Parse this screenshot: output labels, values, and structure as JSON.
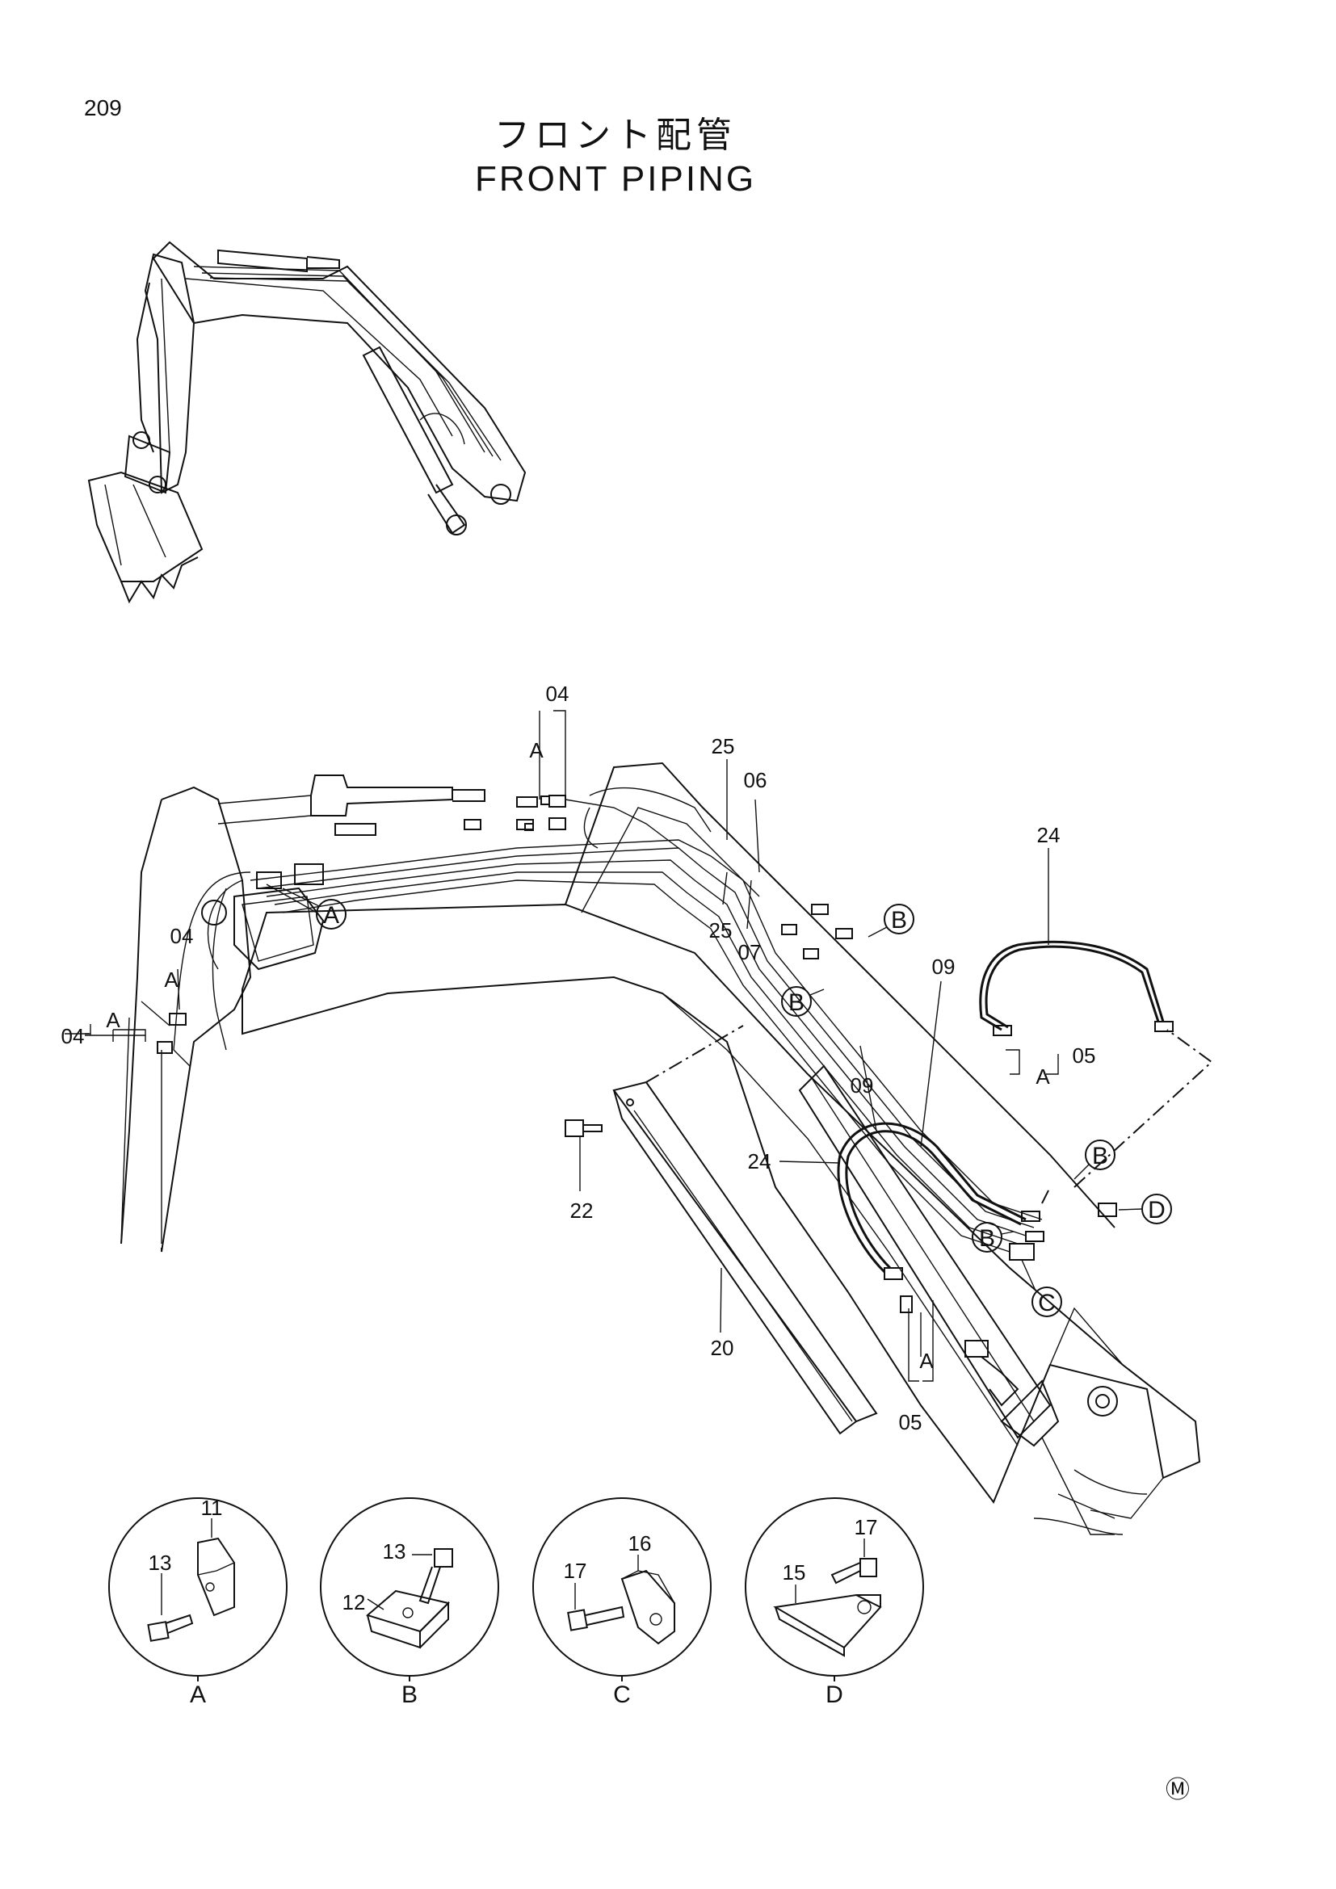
{
  "page_number": "209",
  "title_jp": "フロント配管",
  "title_en": "FRONT PIPING",
  "callouts": {
    "c04_top": "04",
    "c04_left1": "04",
    "c04_left2": "04",
    "c25_top": "25",
    "c06": "06",
    "c25_mid": "25",
    "c07": "07",
    "c24_top": "24",
    "c09_right": "09",
    "c09_mid": "09",
    "c05_right": "05",
    "c22": "22",
    "c24_mid": "24",
    "c20": "20",
    "c05_bottom": "05"
  },
  "ref_letters": {
    "a_top": "A",
    "a_left1": "A",
    "a_left2": "A",
    "a_right": "A",
    "a_bottom": "A"
  },
  "circle_refs": {
    "A": "A",
    "B1": "B",
    "B2": "B",
    "B3": "B",
    "B4": "B",
    "C": "C",
    "D": "D"
  },
  "details": [
    {
      "letter": "A",
      "parts": [
        "13",
        "11"
      ]
    },
    {
      "letter": "B",
      "parts": [
        "13",
        "12"
      ]
    },
    {
      "letter": "C",
      "parts": [
        "17",
        "16"
      ]
    },
    {
      "letter": "D",
      "parts": [
        "15",
        "17"
      ]
    }
  ],
  "maker_mark": "Ⓜ"
}
